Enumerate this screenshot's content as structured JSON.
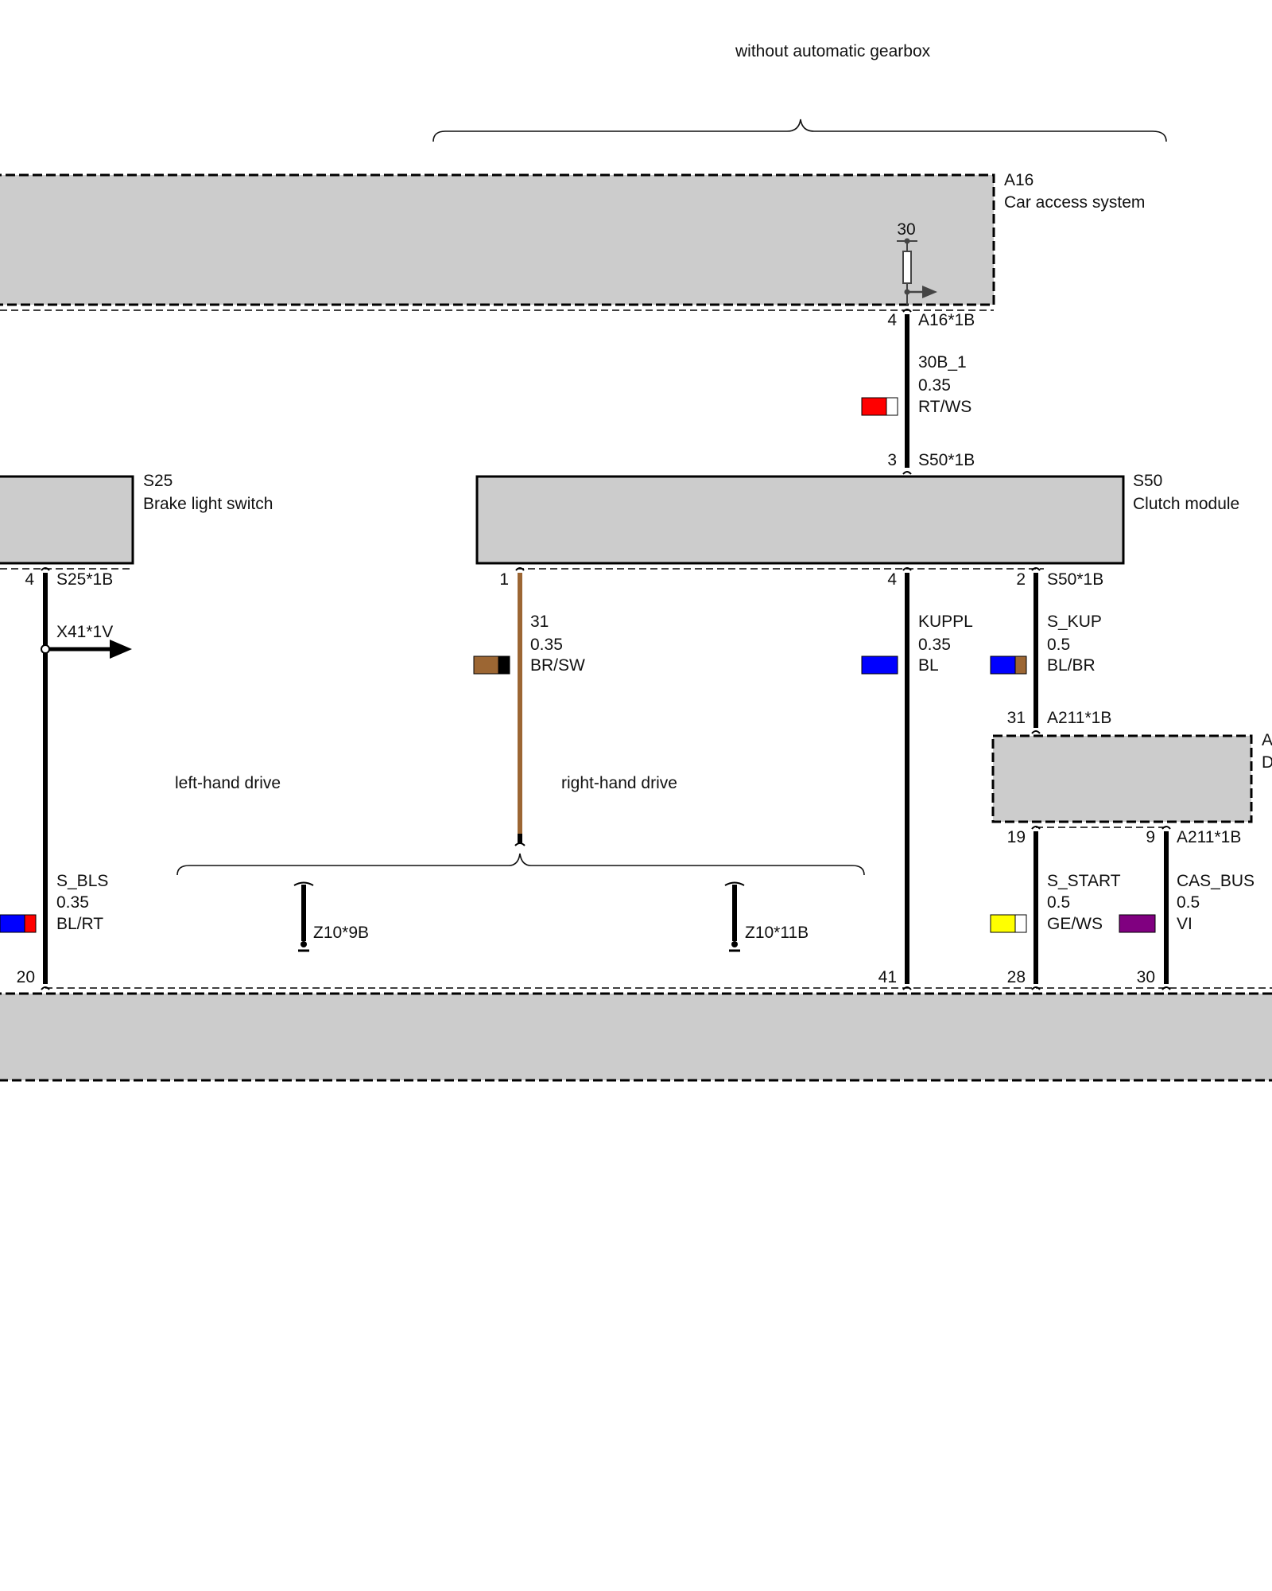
{
  "header": {
    "gearbox_note": "without automatic gearbox"
  },
  "components": {
    "a16": {
      "id": "A16",
      "name": "Car access system",
      "terminal": "30"
    },
    "s25": {
      "id": "S25",
      "name": "Brake light switch"
    },
    "s50": {
      "id": "S50",
      "name": "Clutch module"
    },
    "a211": {
      "id_partial": "A",
      "name_partial": "D"
    }
  },
  "connectors": {
    "a16_1b": "A16*1B",
    "s50_1b_top": "S50*1B",
    "s50_1b_bottom": "S50*1B",
    "s25_1b": "S25*1B",
    "a211_1b_top": "A211*1B",
    "a211_1b_bottom": "A211*1B",
    "x41_1v": "X41*1V",
    "z10_9b": "Z10*9B",
    "z10_11b": "Z10*11B"
  },
  "pins": {
    "a16_4": "4",
    "s50_3": "3",
    "s25_4": "4",
    "s50_1": "1",
    "s50_4": "4",
    "s50_2": "2",
    "a211_31": "31",
    "a211_19": "19",
    "a211_9": "9",
    "bottom_20": "20",
    "bottom_41": "41",
    "bottom_28": "28",
    "bottom_30": "30"
  },
  "wires": {
    "w30b1": {
      "signal": "30B_1",
      "gauge": "0.35",
      "color_code": "RT/WS",
      "color1": "#ff0000",
      "color2": "#ffffff"
    },
    "wsbls": {
      "signal": "S_BLS",
      "gauge": "0.35",
      "color_code": "BL/RT",
      "color1": "#0000ff",
      "color2": "#ff0000"
    },
    "w31": {
      "signal": "31",
      "gauge": "0.35",
      "color_code": "BR/SW",
      "color1": "#9c6633",
      "color2": "#000000"
    },
    "wkuppl": {
      "signal": "KUPPL",
      "gauge": "0.35",
      "color_code": "BL",
      "color1": "#0000ff"
    },
    "wskup": {
      "signal": "S_KUP",
      "gauge": "0.5",
      "color_code": "BL/BR",
      "color1": "#0000ff",
      "color2": "#9c6633"
    },
    "wsstart": {
      "signal": "S_START",
      "gauge": "0.5",
      "color_code": "GE/WS",
      "color1": "#ffff00",
      "color2": "#ffffff"
    },
    "wcasbus": {
      "signal": "CAS_BUS",
      "gauge": "0.5",
      "color_code": "VI",
      "color1": "#800080"
    }
  },
  "variants": {
    "left": "left-hand drive",
    "right": "right-hand drive"
  }
}
